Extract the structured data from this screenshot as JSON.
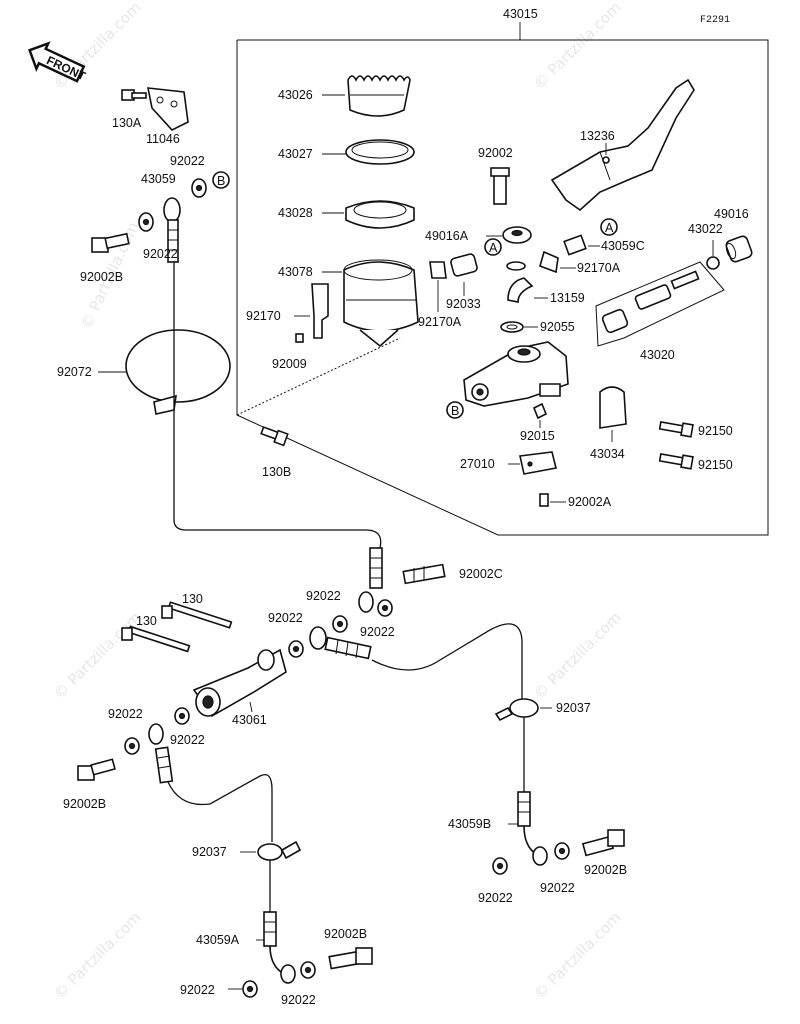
{
  "figure_code": "F2291",
  "front_label": "FRONT",
  "watermark": "© Partzilla.com",
  "callout_a": "A",
  "callout_b": "B",
  "labels": {
    "l43015": "43015",
    "l43026": "43026",
    "l43027": "43027",
    "l43028": "43028",
    "l43078": "43078",
    "l92170": "92170",
    "l92009": "92009",
    "l92002": "92002",
    "l13236": "13236",
    "l49016A": "49016A",
    "l43059C": "43059C",
    "l49016": "49016",
    "l43022": "43022",
    "l92033": "92033",
    "l13159": "13159",
    "l92170A_1": "92170A",
    "l92170A_2": "92170A",
    "l92055": "92055",
    "l43020": "43020",
    "l92015": "92015",
    "l43034": "43034",
    "l92150_1": "92150",
    "l92150_2": "92150",
    "l27010": "27010",
    "l92002A": "92002A",
    "l130B": "130B",
    "l130A": "130A",
    "l11046": "11046",
    "l92022_a": "92022",
    "l43059": "43059",
    "l92022_b": "92022",
    "l92002B_a": "92002B",
    "l92072": "92072",
    "l92002C": "92002C",
    "l92022_c": "92022",
    "l92022_d": "92022",
    "l92022_e": "92022",
    "l130_1": "130",
    "l130_2": "130",
    "l43061": "43061",
    "l92022_f": "92022",
    "l92022_g": "92022",
    "l92002B_b": "92002B",
    "l92037_1": "92037",
    "l92037_2": "92037",
    "l43059B": "43059B",
    "l92002B_c": "92002B",
    "l92022_h": "92022",
    "l92022_i": "92022",
    "l43059A": "43059A",
    "l92002B_d": "92002B",
    "l92022_j": "92022",
    "l92022_k": "92022"
  }
}
